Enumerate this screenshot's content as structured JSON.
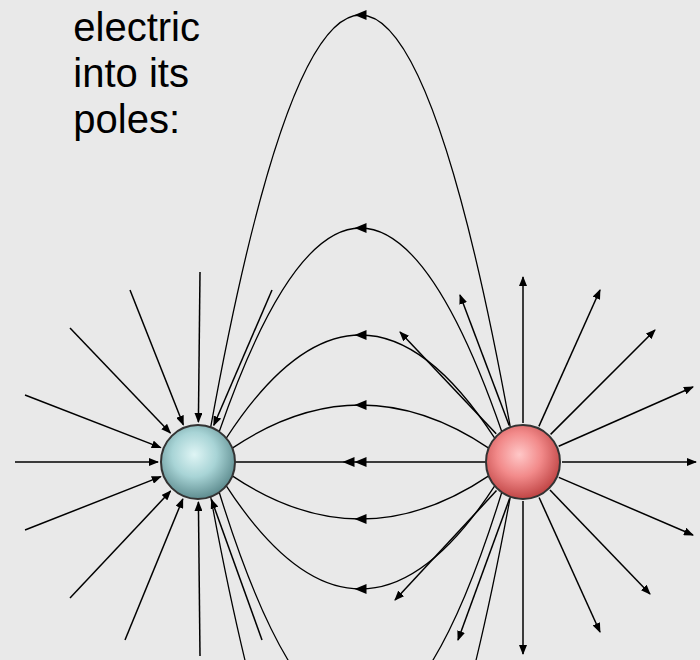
{
  "diagram": {
    "labels": [
      "electric",
      "into its",
      "poles:"
    ]
  }
}
